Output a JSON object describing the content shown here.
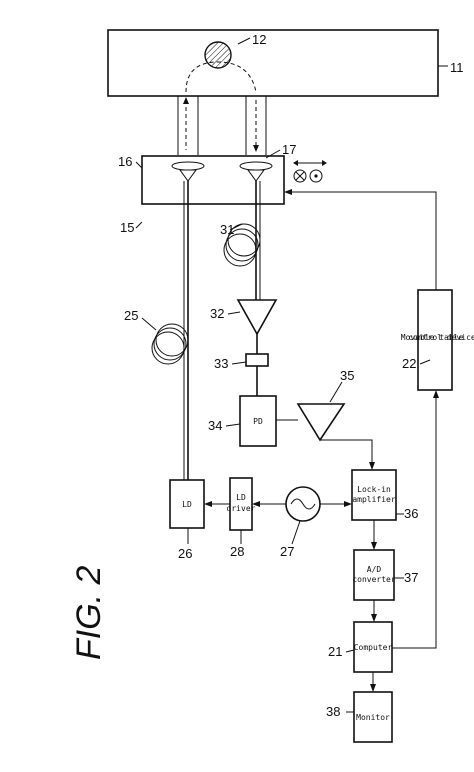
{
  "figure_title": "FIG. 2",
  "labels": {
    "n11": "11",
    "n12": "12",
    "n15": "15",
    "n16": "16",
    "n17": "17",
    "n21": "21",
    "n22": "22",
    "n25": "25",
    "n26": "26",
    "n27": "27",
    "n28": "28",
    "n31": "31",
    "n32": "32",
    "n33": "33",
    "n34": "34",
    "n35": "35",
    "n36": "36",
    "n37": "37",
    "n38": "38"
  },
  "boxes": {
    "ld": "LD",
    "ld_driver_1": "LD",
    "ld_driver_2": "driver",
    "pd": "PD",
    "lockin_1": "Lock-in",
    "lockin_2": "amplifier",
    "ad_1": "A/D",
    "ad_2": "converter",
    "computer": "Computer",
    "monitor": "Monitor",
    "mtcd_1": "Movable table",
    "mtcd_2": "control device"
  }
}
